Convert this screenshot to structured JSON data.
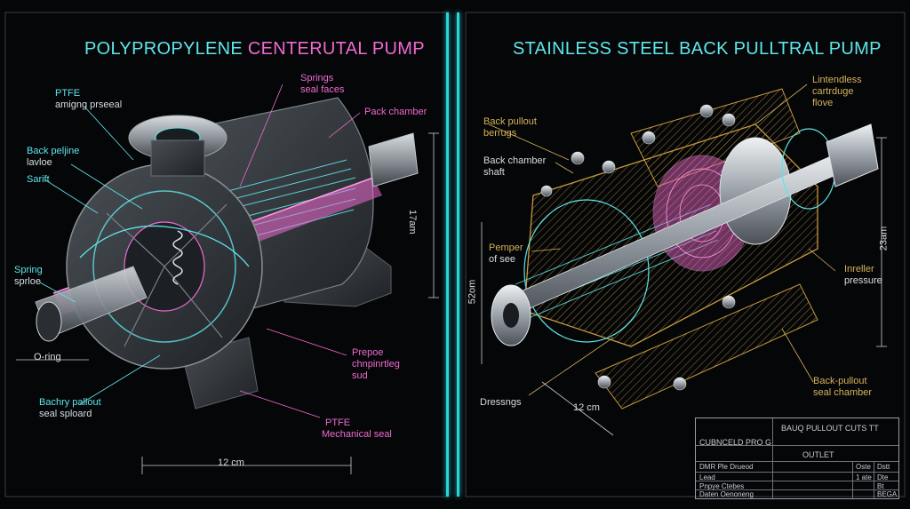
{
  "left": {
    "title_a": "POLYPROPYLENE",
    "title_b": "CENTERUTAL PUMP",
    "labels": {
      "ptfe_top": "PTFE",
      "ptfe_top_sub": "amigng prseeal",
      "springs": "Springs",
      "springs_sub": "seal faces",
      "pack": "Pack chamber",
      "back_line": "Back peljine",
      "back_line_sub": "lavloe",
      "sarift": "Sarift",
      "spring": "Spring",
      "spring_sub": "sprloe",
      "oring": "O-ring",
      "bachry": "Bachry pallout",
      "bachry_sub": "seal sploard",
      "prepoe": "Prepoe",
      "prepoe_sub": "chnpinrtleg",
      "prepoe_sub2": "sud",
      "ptfe_bot": "PTFE",
      "ptfe_bot_sub": "Mechanical seal",
      "dim_vert": "17am",
      "dim_horz": "12 cm"
    }
  },
  "right": {
    "title": "STAINLESS STEEL BACK PULLTRAL PUMP",
    "labels": {
      "lintendless": "Lintendless",
      "lintendless_sub": "cartrduge",
      "lintendless_sub2": "flove",
      "back_pullout": "Back pullout",
      "back_pullout_sub": "berrugs",
      "back_chamber": "Back chamber",
      "back_chamber_sub": "shaft",
      "pemper": "Pemper",
      "pemper_sub": "of see",
      "dressngs": "Dressngs",
      "dim_12": "12 cm",
      "dim_vert": "52om",
      "dim_right": "23am",
      "inreller": "Inreller",
      "inreller_sub": "pressure",
      "bp_seal": "Back-pullout",
      "bp_seal_sub": "seal chamber"
    },
    "title_block": {
      "header": "BAUQ PULLOUT CUTS TT",
      "left_title": "CUBNCELD PRO G",
      "outlet": "OUTLET",
      "rows": [
        [
          "DMR Ple Drueod",
          "",
          "Oste",
          "Dstt"
        ],
        [
          "Lead",
          "",
          "1 ate",
          "Dte"
        ],
        [
          "Pnpye Ctebes",
          "",
          "",
          "Bt"
        ],
        [
          "Daten Oenoneng",
          "",
          "",
          "BEGA"
        ]
      ]
    }
  },
  "colors": {
    "cyan": "#5fe6ea",
    "pink": "#f06ad0",
    "yellow": "#d6b25a",
    "divider": "#2ad4d8"
  }
}
